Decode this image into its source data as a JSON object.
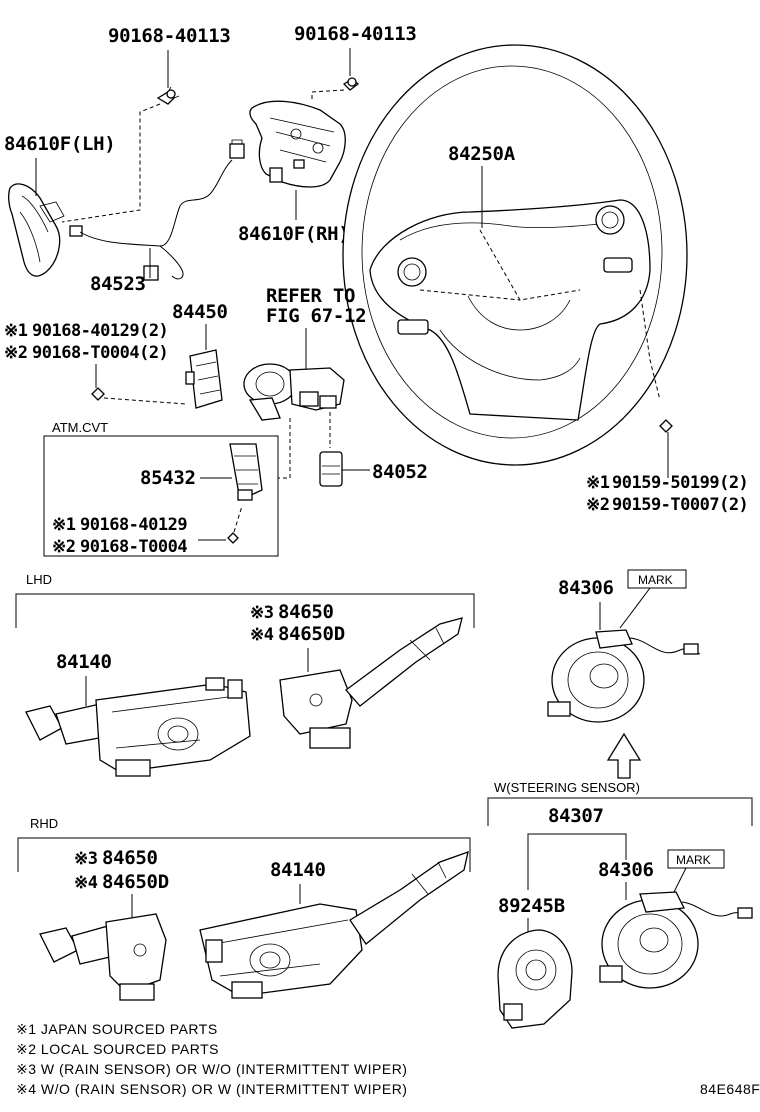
{
  "parts": {
    "screw_top_left": "90168-40113",
    "screw_top_right": "90168-40113",
    "switch_lh": "84610F(LH)",
    "switch_rh": "84610F(RH)",
    "wheel": "84250A",
    "wire": "84523",
    "bracket": "84450",
    "refer_line1": "REFER TO",
    "refer_line2": "FIG 67-12",
    "screw_mid_1": "90168-40129(2)",
    "screw_mid_2": "90168-T0004(2)",
    "atm_label": "ATM.CVT",
    "cvt_switch": "85432",
    "cvt_screw_1": "90168-40129",
    "cvt_screw_2": "90168-T0004",
    "connector": "84052",
    "screw_right_1": "90159-50199(2)",
    "screw_right_2": "90159-T0007(2)",
    "lhd_label": "LHD",
    "lhd_combo": "84140",
    "lhd_wiper_1": "84650",
    "lhd_wiper_2": "84650D",
    "clock_spring_top": "84306",
    "mark_top": "MARK",
    "w_sensor_label": "W(STEERING SENSOR)",
    "spiral_assy": "84307",
    "steering_sensor": "89245B",
    "clock_spring_bottom": "84306",
    "mark_bottom": "MARK",
    "rhd_label": "RHD",
    "rhd_wiper_1": "84650",
    "rhd_wiper_2": "84650D",
    "rhd_combo": "84140"
  },
  "symbols": {
    "n1": "※1",
    "n2": "※2",
    "n3": "※3",
    "n4": "※4"
  },
  "notes": [
    "※1 JAPAN SOURCED PARTS",
    "※2 LOCAL SOURCED PARTS",
    "※3 W (RAIN SENSOR) OR W/O (INTERMITTENT WIPER)",
    "※4 W/O (RAIN SENSOR) OR W (INTERMITTENT WIPER)"
  ],
  "figure_code": "84E648F"
}
